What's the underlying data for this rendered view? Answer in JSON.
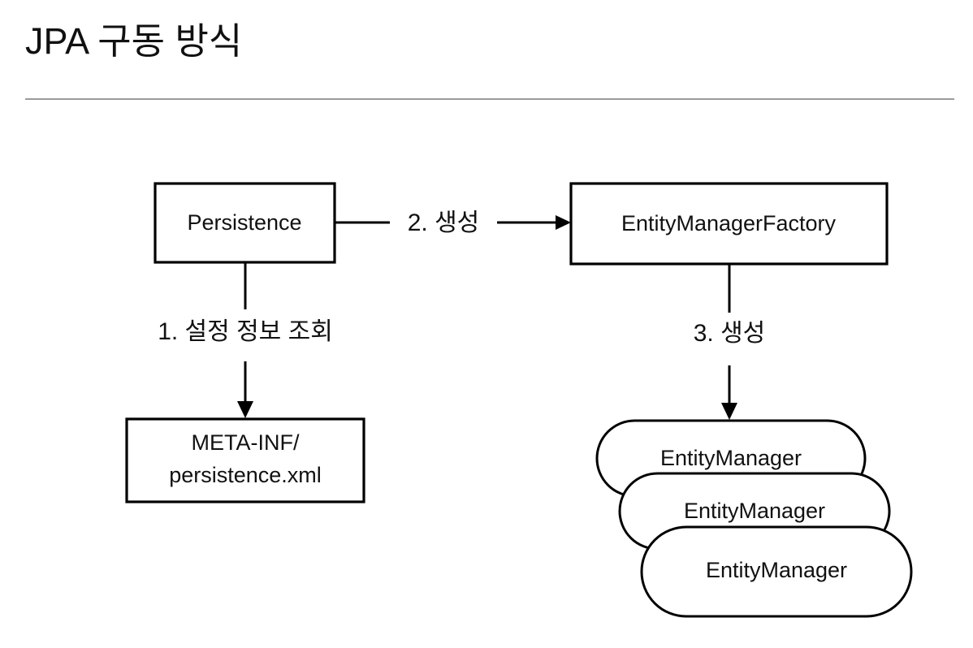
{
  "slide": {
    "title": "JPA 구동 방식",
    "background_color": "#ffffff",
    "text_color": "#111111",
    "divider_color": "#9b9b9b",
    "stroke_color": "#000000"
  },
  "diagram": {
    "type": "flowchart",
    "nodes": [
      {
        "id": "persistence",
        "label": "Persistence",
        "shape": "rectangle",
        "lines": [
          "Persistence"
        ]
      },
      {
        "id": "entity-manager-factory",
        "label": "EntityManagerFactory",
        "shape": "rectangle",
        "lines": [
          "EntityManagerFactory"
        ]
      },
      {
        "id": "persistence-xml",
        "label": "META-INF/ persistence.xml",
        "shape": "rectangle",
        "lines": [
          "META-INF/",
          "persistence.xml"
        ]
      },
      {
        "id": "entity-manager-1",
        "label": "EntityManager",
        "shape": "stadium",
        "lines": [
          "EntityManager"
        ]
      },
      {
        "id": "entity-manager-2",
        "label": "EntityManager",
        "shape": "stadium",
        "lines": [
          "EntityManager"
        ]
      },
      {
        "id": "entity-manager-3",
        "label": "EntityManager",
        "shape": "stadium",
        "lines": [
          "EntityManager"
        ]
      }
    ],
    "edges": [
      {
        "id": "edge-1",
        "label": "1. 설정 정보 조회",
        "from": "persistence",
        "to": "persistence-xml",
        "direction": "down"
      },
      {
        "id": "edge-2",
        "label": "2. 생성",
        "from": "persistence",
        "to": "entity-manager-factory",
        "direction": "right"
      },
      {
        "id": "edge-3",
        "label": "3. 생성",
        "from": "entity-manager-factory",
        "to": "entity-manager-1",
        "direction": "down"
      }
    ]
  }
}
